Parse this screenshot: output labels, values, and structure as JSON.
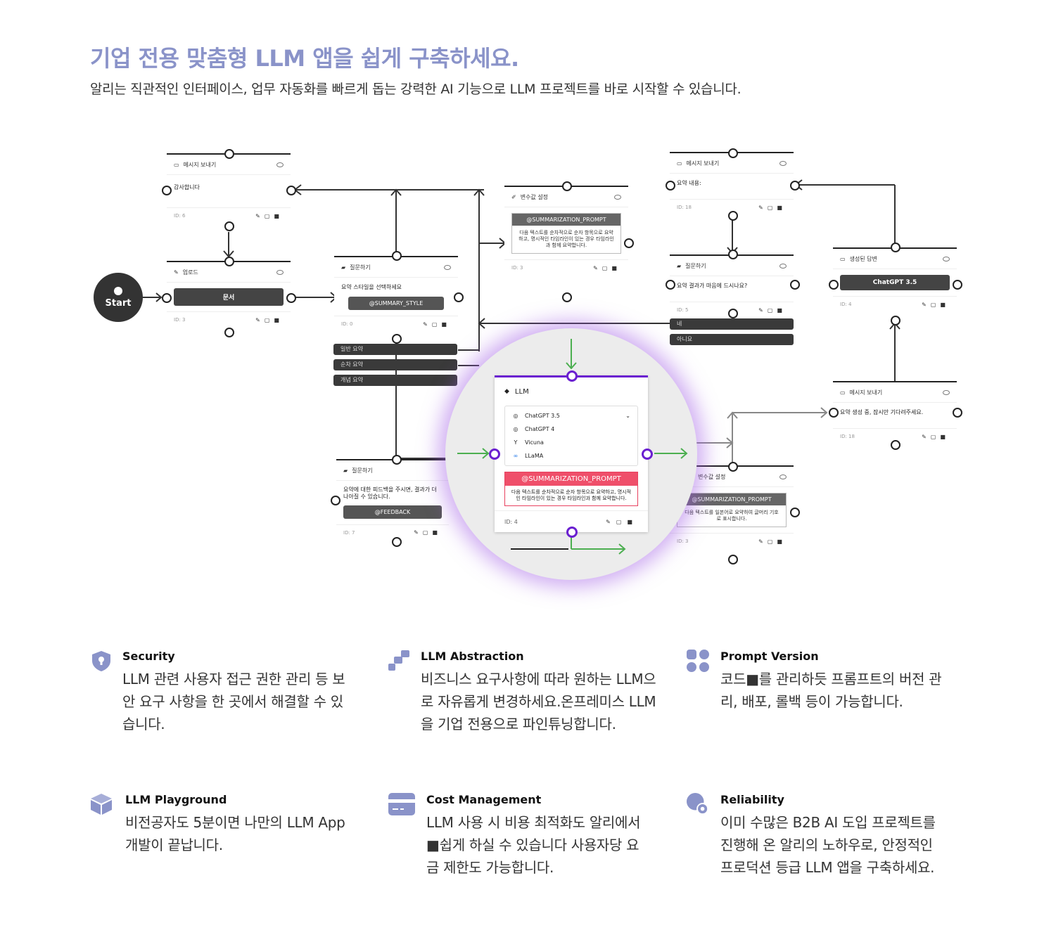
{
  "header": {
    "title": "기업 전용 맞춤형 LLM 앱을 쉽게 구축하세요.",
    "subtitle": "알리는 직관적인 인터페이스, 업무 자동화를 빠르게 돕는 강력한 AI 기능으로 LLM 프로젝트를 바로 시작할 수 있습니다."
  },
  "flow": {
    "start_label": "Start",
    "nodes": {
      "send1": {
        "title": "메시지 보내기",
        "body": "감사합니다",
        "id": "ID: 6"
      },
      "upload": {
        "title": "업로드",
        "pill": "문서",
        "id": "ID: 3"
      },
      "ask1": {
        "title": "질문하기",
        "body": "요약 스타일을 선택하세요",
        "pill": "@SUMMARY_STYLE",
        "id": "ID: 0",
        "options": [
          "일반 요약",
          "순차 요약",
          "개념 요약"
        ]
      },
      "var1": {
        "title": "변수값 설정",
        "prompt_title": "@SUMMARIZATION_PROMPT",
        "prompt_body": "다음 텍스트를 순차적으로 순자 항목으로 요약하고, 명시적인 타임라인이 있는 경우 타임라인과 함께 요약합니다.",
        "id": "ID: 3"
      },
      "send2": {
        "title": "메시지 보내기",
        "body": "요약 내용:",
        "id": "ID: 18"
      },
      "ask2": {
        "title": "질문하기",
        "body": "요약 결과가 마음에 드시나요?",
        "id": "ID: 5",
        "options": [
          "네",
          "아니요"
        ]
      },
      "answer": {
        "title": "생성된 답변",
        "pill": "ChatGPT 3.5",
        "id": "ID: 4"
      },
      "send3": {
        "title": "메시지 보내기",
        "body": "요약 생성 중, 잠시만 기다려주세요.",
        "id": "ID: 18"
      },
      "ask3": {
        "title": "질문하기",
        "body": "요약에 대한 피드백을 주시면, 결과가 더 나아질 수 있습니다.",
        "pill": "@FEEDBACK",
        "id": "ID: 7"
      },
      "var2": {
        "title": "변수값 설정",
        "prompt_title": "@SUMMARIZATION_PROMPT",
        "prompt_body": "다음 텍스트를 일본어로 요약하여 글머리 기호로 표시합니다.",
        "id": "ID: 3"
      }
    },
    "llm": {
      "title": "LLM",
      "models": [
        "ChatGPT 3.5",
        "ChatGPT 4",
        "Vicuna",
        "LLaMA"
      ],
      "prompt_title": "@SUMMARIZATION_PROMPT",
      "prompt_body": "다음 텍스트를 순차적으로 순자 항목으로 요약하고, 명시적인 타임라인이 있는 경우 타임라인과 함께 요약합니다.",
      "id": "ID: 4"
    }
  },
  "features": [
    {
      "title": "Security",
      "desc": "LLM 관련 사용자 접근 권한 관리 등 보안 요구 사항을 한 곳에서 해결할 수 있습니다.",
      "icon": "shield-icon"
    },
    {
      "title": "LLM Abstraction",
      "desc": "비즈니스 요구사항에 따라 원하는 LLM으로 자유롭게 변경하세요.온프레미스 LLM을 기업 전용으로 파인튜닝합니다.",
      "icon": "blocks-icon"
    },
    {
      "title": "Prompt Version",
      "desc": "코드■를 관리하듯 프롬프트의 버전 관리, 배포, 롤백 등이 가능합니다.",
      "icon": "grid-icon"
    },
    {
      "title": "LLM Playground",
      "desc": "비전공자도 5분이면 나만의 LLM App 개발이 끝납니다.",
      "icon": "cube-icon"
    },
    {
      "title": "Cost Management",
      "desc": "LLM 사용 시 비용 최적화도 알리에서■쉽게 하실 수 있습니다 사용자당 요금 제한도 가능합니다.",
      "icon": "card-icon"
    },
    {
      "title": "Reliability",
      "desc": "이미 수많은 B2B AI 도입 프로젝트를 진행해 온 알리의 노하우로, 안정적인 프로덕션 등급 LLM 앱을 구축하세요.",
      "icon": "gear-icon"
    }
  ],
  "colors": {
    "title": "#8a93c9",
    "icon": "#8a93c9",
    "accent_purple": "#6a1fd0",
    "prompt_red": "#ef4f6a",
    "arrow_green": "#4caf50"
  }
}
